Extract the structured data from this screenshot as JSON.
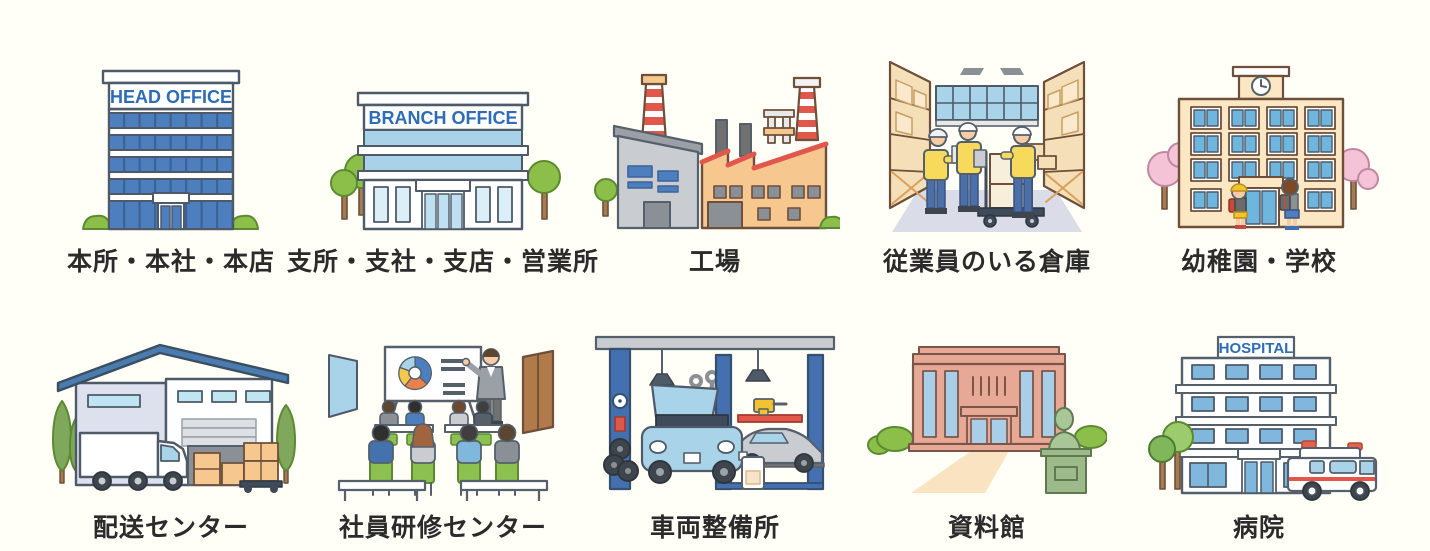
{
  "page": {
    "background_color": "#FFFEF7",
    "label_color": "#2B2B2B",
    "layout": "5x2 grid of labeled facility illustrations"
  },
  "palette": {
    "outline_dark": "#4E5A68",
    "outline_brown": "#6E4F3A",
    "office_blue": "#4D7EBD",
    "sign_text_blue": "#2E6CB5",
    "light_blue": "#A9D3E8",
    "pale_blue": "#BFE4F2",
    "cream": "#FBE7C3",
    "tan_orange": "#F6C890",
    "accent_red": "#E2574C",
    "leaf_green": "#8CBF4A",
    "chair_green": "#8CC152",
    "conifer_green": "#7FA85C",
    "sage_green": "#A8C698",
    "salmon_pink": "#E8A896",
    "blossom_pink": "#F4C3D6",
    "machine_blue": "#4470B0",
    "roof_blue": "#4A7CB0",
    "metal_gray": "#C9CDD1",
    "dark_gray": "#707070",
    "vest_yellow": "#F7D95C",
    "skin": "#F7CBA6"
  },
  "cells": [
    {
      "id": "head-office",
      "label": "本所・本社・本店",
      "sign": "HEAD OFFICE"
    },
    {
      "id": "branch-office",
      "label": "支所・支社・支店・営業所",
      "sign": "BRANCH OFFICE"
    },
    {
      "id": "factory",
      "label": "工場"
    },
    {
      "id": "staffed-warehouse",
      "label": "従業員のいる倉庫"
    },
    {
      "id": "school",
      "label": "幼稚園・学校"
    },
    {
      "id": "distribution-center",
      "label": "配送センター"
    },
    {
      "id": "training-center",
      "label": "社員研修センター"
    },
    {
      "id": "vehicle-maintenance",
      "label": "車両整備所"
    },
    {
      "id": "museum",
      "label": "資料館"
    },
    {
      "id": "hospital",
      "label": "病院",
      "sign": "HOSPITAL"
    }
  ]
}
